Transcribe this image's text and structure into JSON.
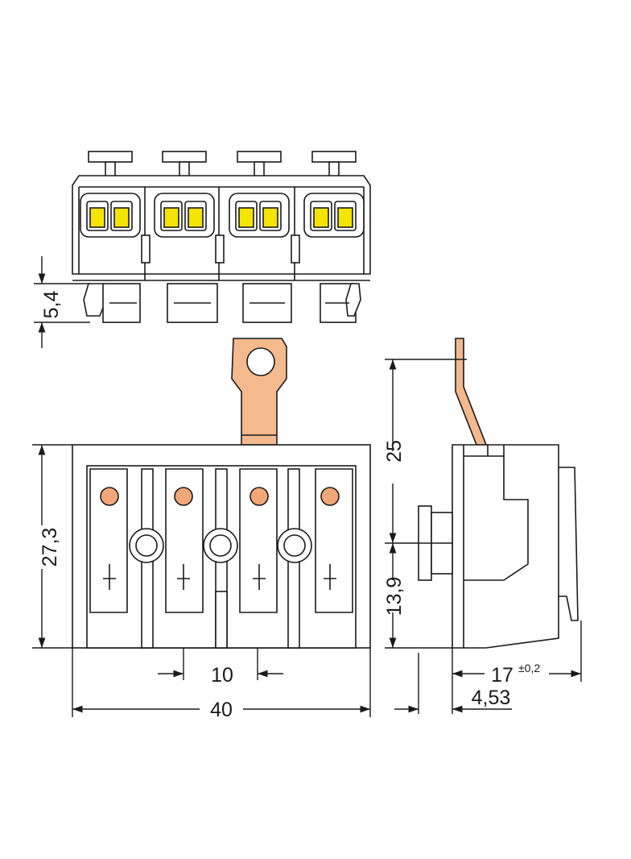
{
  "colors": {
    "line": "#1a1a1a",
    "fill": "#ffffff",
    "contact": "#f2a779",
    "contact_light": "#f5b98e",
    "release": "#f5e400"
  },
  "dimensions": {
    "top_view_height": "5,4",
    "front_height": "27,3",
    "front_pitch": "10",
    "front_width": "40",
    "side_upper": "25",
    "side_lower": "13,9",
    "side_depth": "17",
    "side_tolerance": "±0,2",
    "side_offset": "4,53"
  }
}
